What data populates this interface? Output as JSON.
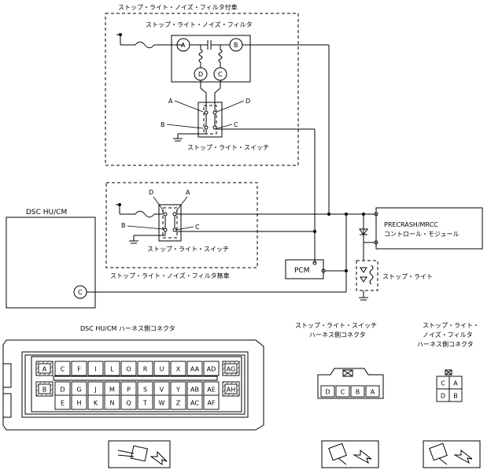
{
  "labels": {
    "filter_equipped": "ストップ・ライト・ノイズ・フィルタ付車",
    "noise_filter": "ストップ・ライト・ノイズ・フィルタ",
    "stop_switch_1": "ストップ・ライト・スイッチ",
    "stop_switch_2": "ストップ・ライト・スイッチ",
    "filter_not_equipped": "ストップ・ライト・ノイズ・フィルタ無車",
    "dsc_module": "DSC HU/CM",
    "pcm": "PCM",
    "precrash_line1": "PRECRASH/MRCC",
    "precrash_line2": "コントロール・モジュール",
    "stop_light": "ストップ・ライト",
    "dsc_connector_title": "DSC HU/CM ハーネス側コネクタ",
    "switch_connector_title_1": "ストップ・ライト・スイッチ",
    "switch_connector_title_2": "ハーネス側コネクタ",
    "filter_connector_title_1": "ストップ・ライト・",
    "filter_connector_title_2": "ノイズ・フィルタ",
    "filter_connector_title_3": "ハーネス側コネクタ"
  },
  "terminals": {
    "filter_a": "A",
    "filter_b": "B",
    "filter_c": "C",
    "filter_d": "D",
    "sw1_a": "A",
    "sw1_b": "B",
    "sw1_c": "C",
    "sw1_d": "D",
    "sw2_a": "A",
    "sw2_b": "B",
    "sw2_c": "C",
    "sw2_d": "D",
    "dsc_c": "C"
  },
  "dsc_connector": {
    "row1": [
      "A",
      "C",
      "F",
      "I",
      "L",
      "O",
      "R",
      "U",
      "X",
      "AA",
      "AD",
      "AG"
    ],
    "row2": [
      "B",
      "D",
      "G",
      "J",
      "M",
      "P",
      "S",
      "V",
      "Y",
      "AB",
      "AE",
      "AH"
    ],
    "row3": [
      "E",
      "H",
      "K",
      "N",
      "Q",
      "T",
      "W",
      "Z",
      "AC",
      "AF"
    ]
  },
  "switch_connector": {
    "pins": [
      "D",
      "C",
      "B",
      "A"
    ]
  },
  "filter_connector": {
    "row1": [
      "C",
      "A"
    ],
    "row2": [
      "D",
      "B"
    ]
  }
}
